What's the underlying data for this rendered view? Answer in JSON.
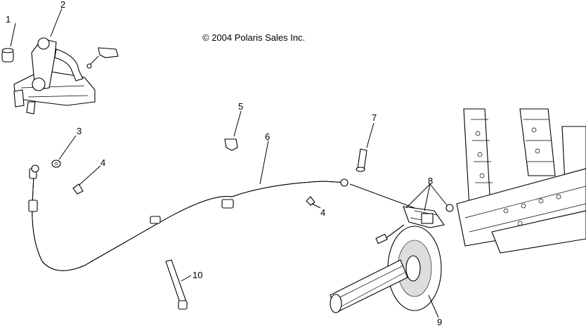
{
  "copyright": "© 2004 Polaris Sales Inc.",
  "callouts": [
    {
      "id": "1",
      "text": "1"
    },
    {
      "id": "2",
      "text": "2"
    },
    {
      "id": "3",
      "text": "3"
    },
    {
      "id": "4a",
      "text": "4"
    },
    {
      "id": "4b",
      "text": "4"
    },
    {
      "id": "5",
      "text": "5"
    },
    {
      "id": "6",
      "text": "6"
    },
    {
      "id": "7",
      "text": "7"
    },
    {
      "id": "8",
      "text": "8"
    },
    {
      "id": "9",
      "text": "9"
    },
    {
      "id": "10",
      "text": "10"
    }
  ]
}
